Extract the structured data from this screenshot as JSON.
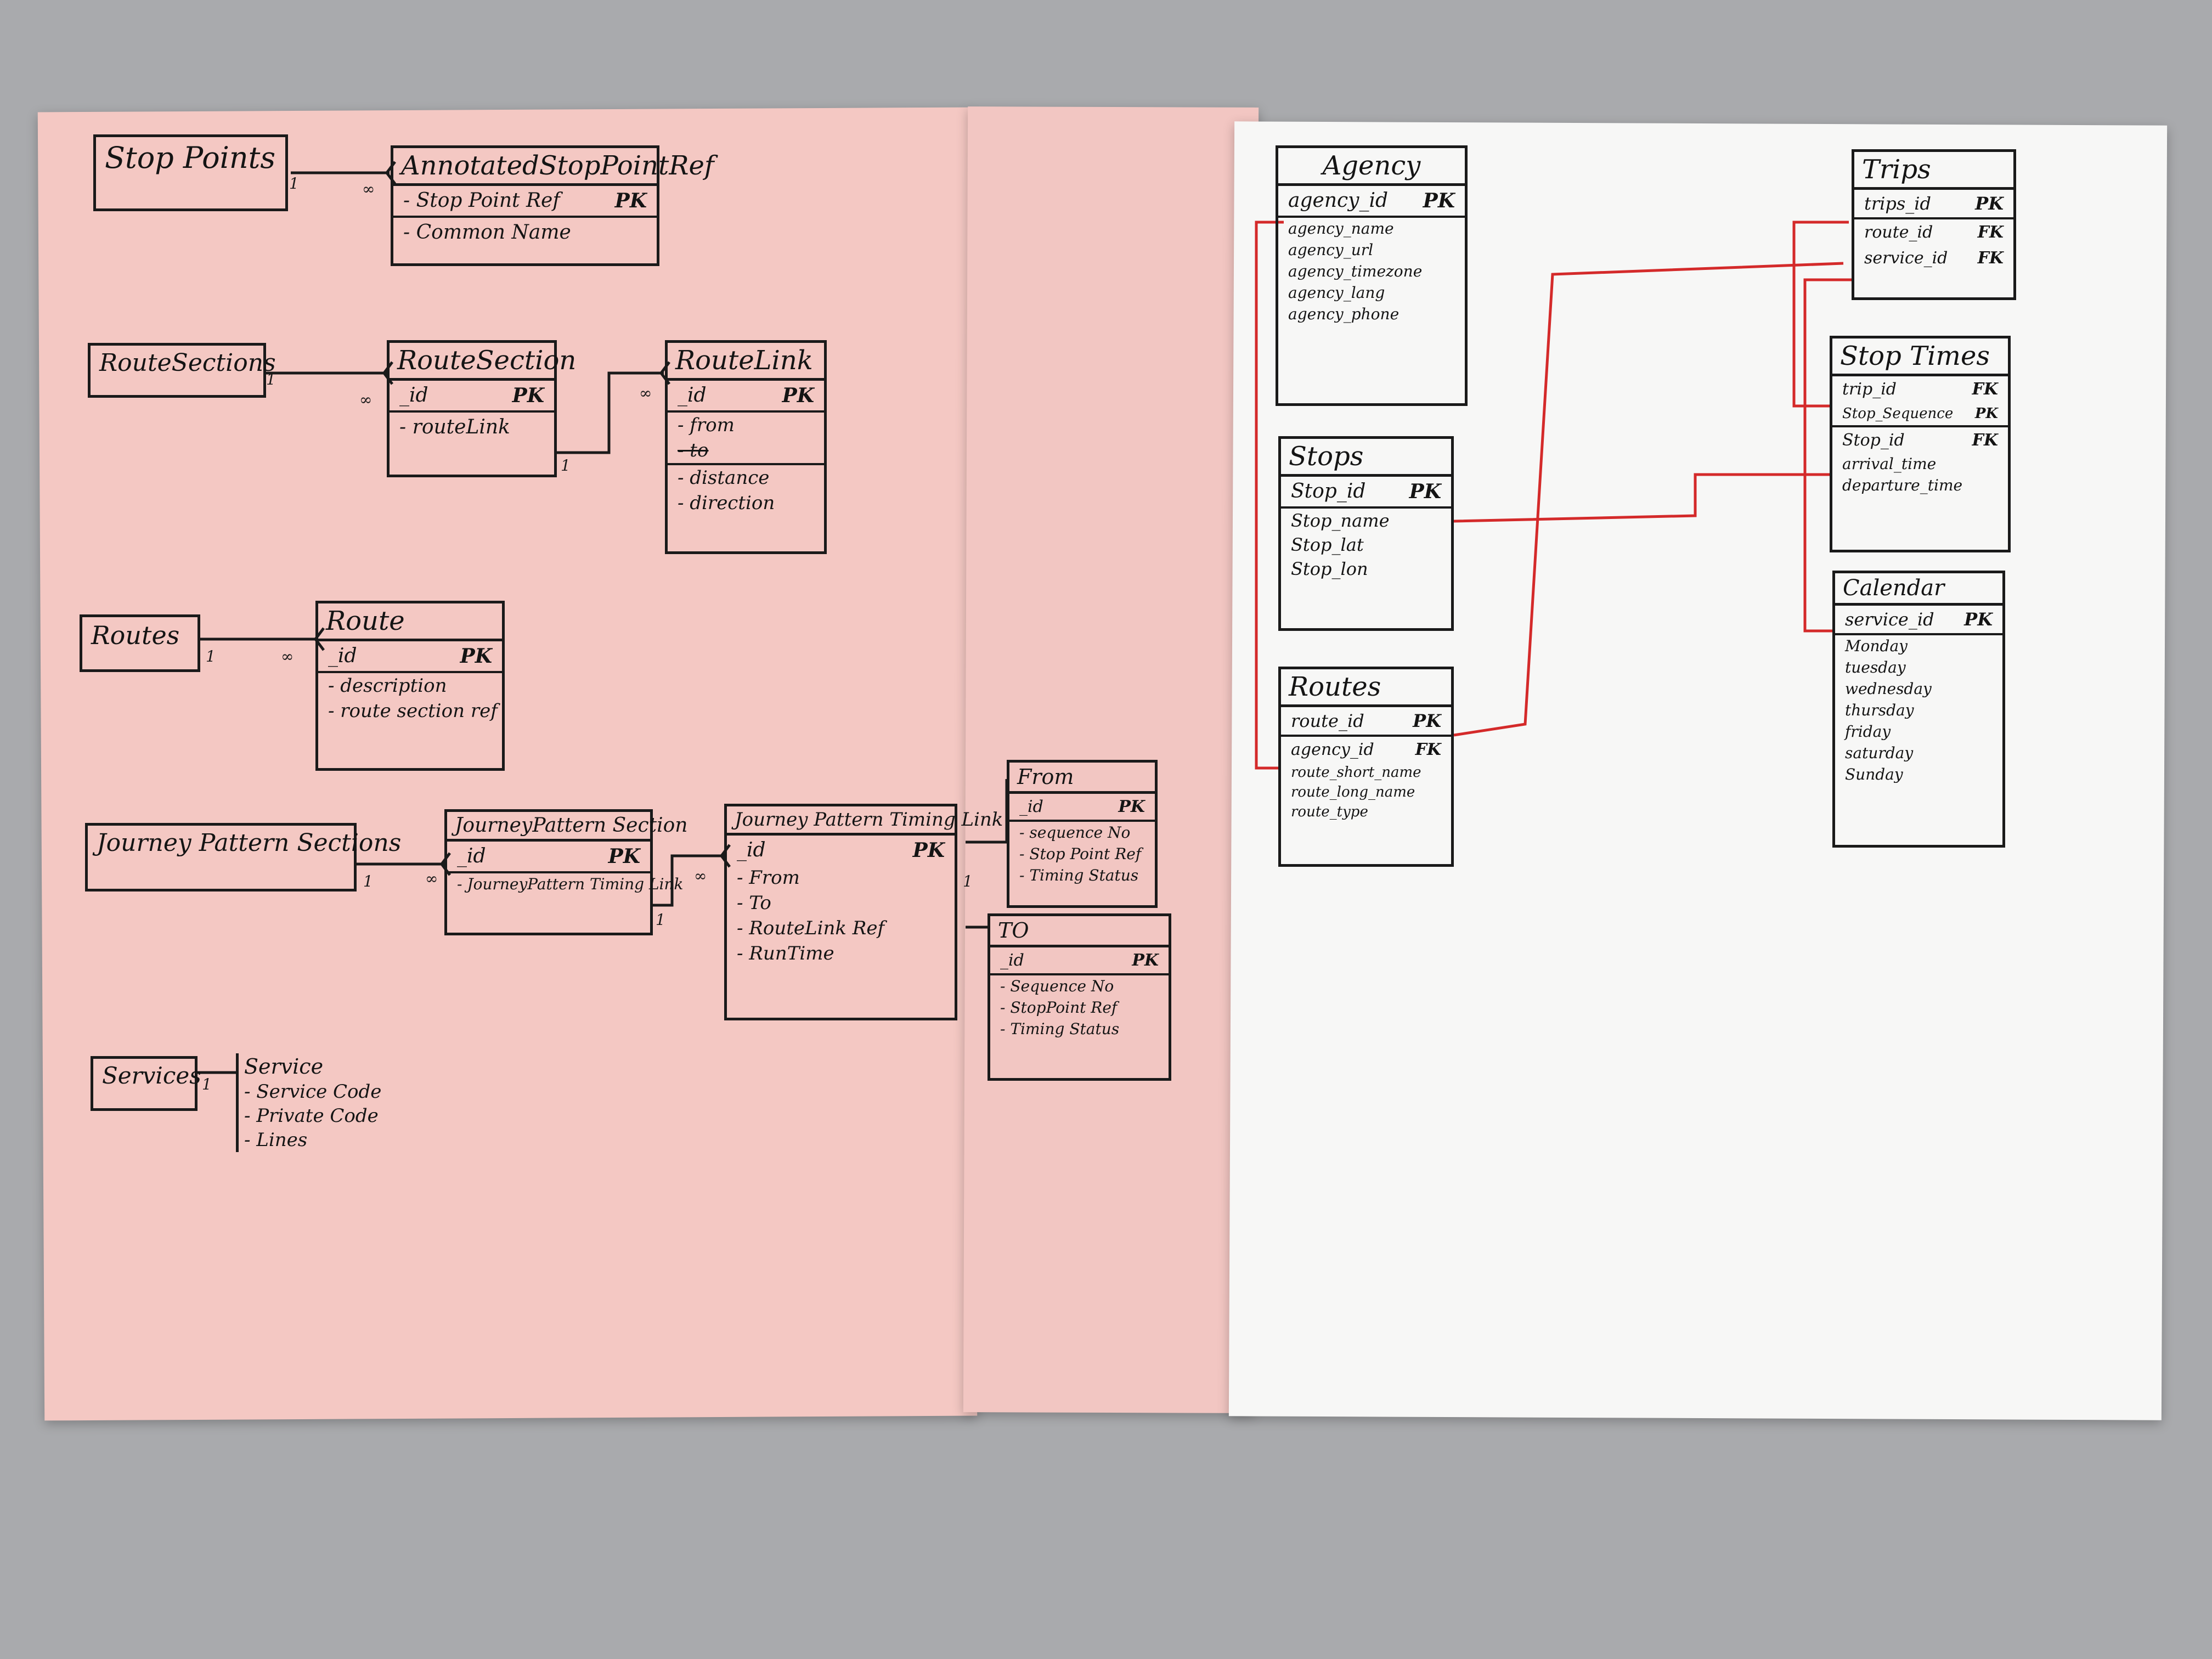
{
  "pink_left": {
    "stop_points": {
      "group": "Stop Points",
      "entity": "AnnotatedStopPointRef",
      "fields": [
        {
          "name": "- Stop Point Ref",
          "key": "PK"
        },
        {
          "name": "- Common Name",
          "key": ""
        }
      ],
      "card_one": "1",
      "card_many": "∞"
    },
    "route_sections": {
      "group": "RouteSections",
      "entity": "RouteSection",
      "fields": [
        {
          "name": "_id",
          "key": "PK"
        },
        {
          "name": "- routeLink",
          "key": ""
        }
      ],
      "card_one": "1",
      "card_many": "∞"
    },
    "route_link": {
      "entity": "RouteLink",
      "fields": [
        {
          "name": "_id",
          "key": "PK"
        },
        {
          "name": "- from",
          "key": ""
        },
        {
          "name": "- to",
          "key": ""
        },
        {
          "name": "- distance",
          "key": ""
        },
        {
          "name": "- direction",
          "key": ""
        }
      ],
      "card_one": "1",
      "card_many": "∞"
    },
    "routes": {
      "group": "Routes",
      "entity": "Route",
      "fields": [
        {
          "name": "_id",
          "key": "PK"
        },
        {
          "name": "- description",
          "key": ""
        },
        {
          "name": "- route section ref",
          "key": ""
        }
      ],
      "card_one": "1",
      "card_many": "∞"
    },
    "journey": {
      "group": "Journey Pattern Sections",
      "entity": "JourneyPattern Section",
      "fields": [
        {
          "name": "_id",
          "key": "PK"
        },
        {
          "name": "- JourneyPattern Timing Link",
          "key": ""
        }
      ],
      "card_one": "1",
      "card_many": "∞"
    },
    "timing_link": {
      "entity": "Journey Pattern Timing Link",
      "fields": [
        {
          "name": "_id",
          "key": "PK"
        },
        {
          "name": "- From",
          "key": ""
        },
        {
          "name": "- To",
          "key": ""
        },
        {
          "name": "- RouteLink Ref",
          "key": ""
        },
        {
          "name": "- RunTime",
          "key": ""
        }
      ],
      "card_one": "1",
      "card_many": "∞"
    },
    "services": {
      "group": "Services",
      "entity": "Service",
      "fields": [
        "- Service Code",
        "- Private Code",
        "- Lines"
      ],
      "card_one": "1"
    }
  },
  "pink_mid": {
    "from": {
      "entity": "From",
      "fields": [
        {
          "name": "_id",
          "key": "PK"
        },
        {
          "name": "- sequence No",
          "key": ""
        },
        {
          "name": "- Stop Point Ref",
          "key": ""
        },
        {
          "name": "- Timing Status",
          "key": ""
        }
      ]
    },
    "to": {
      "entity": "TO",
      "fields": [
        {
          "name": "_id",
          "key": "PK"
        },
        {
          "name": "- Sequence No",
          "key": ""
        },
        {
          "name": "- StopPoint Ref",
          "key": ""
        },
        {
          "name": "- Timing Status",
          "key": ""
        }
      ]
    },
    "card_one": "1"
  },
  "white": {
    "agency": {
      "entity": "Agency",
      "key_field": {
        "name": "agency_id",
        "key": "PK"
      },
      "fields": [
        "agency_name",
        "agency_url",
        "agency_timezone",
        "agency_lang",
        "agency_phone"
      ]
    },
    "stops": {
      "entity": "Stops",
      "key_field": {
        "name": "Stop_id",
        "key": "PK"
      },
      "fields": [
        "Stop_name",
        "Stop_lat",
        "Stop_lon"
      ]
    },
    "routes": {
      "entity": "Routes",
      "key_field": {
        "name": "route_id",
        "key": "PK"
      },
      "fields": [
        {
          "name": "agency_id",
          "key": "FK"
        },
        {
          "name": "route_short_name",
          "key": ""
        },
        {
          "name": "route_long_name",
          "key": ""
        },
        {
          "name": "route_type",
          "key": ""
        }
      ]
    },
    "trips": {
      "entity": "Trips",
      "key_field": {
        "name": "trips_id",
        "key": "PK"
      },
      "fields": [
        {
          "name": "route_id",
          "key": "FK"
        },
        {
          "name": "service_id",
          "key": "FK"
        }
      ]
    },
    "stop_times": {
      "entity": "Stop Times",
      "fields": [
        {
          "name": "trip_id",
          "key": "FK"
        },
        {
          "name": "Stop_Sequence",
          "key": "PK"
        },
        {
          "name": "Stop_id",
          "key": "FK"
        },
        {
          "name": "arrival_time",
          "key": ""
        },
        {
          "name": "departure_time",
          "key": ""
        }
      ]
    },
    "calendar": {
      "entity": "Calendar",
      "key_field": {
        "name": "service_id",
        "key": "PK"
      },
      "fields": [
        "Monday",
        "tuesday",
        "wednesday",
        "thursday",
        "friday",
        "saturday",
        "Sunday"
      ]
    },
    "red_color": "#d42a2a"
  }
}
